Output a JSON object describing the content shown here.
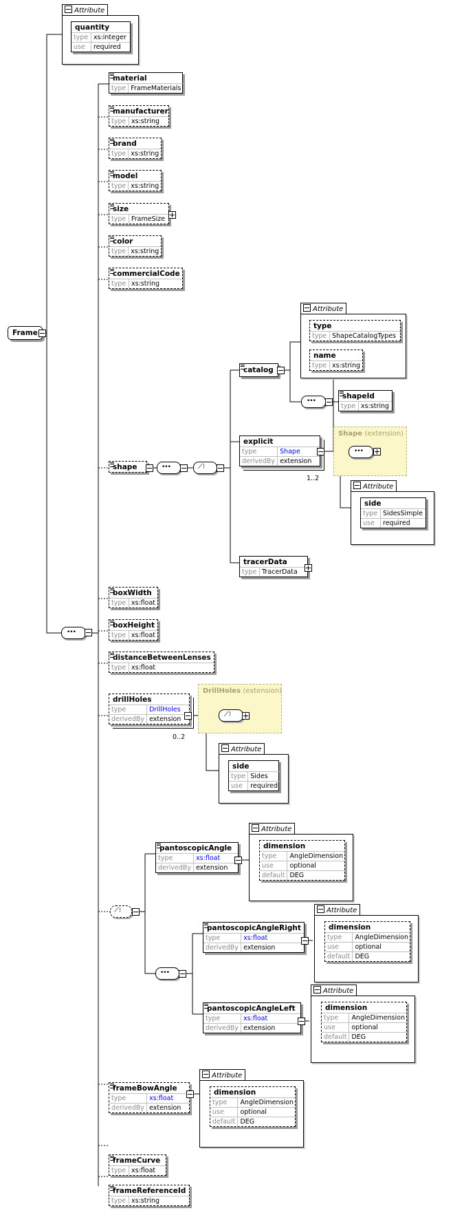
{
  "root": {
    "name": "Frame"
  },
  "attr_label": "Attribute",
  "prop_keys": {
    "type": "type",
    "use": "use",
    "derivedBy": "derivedBy",
    "default": "default"
  },
  "frame_attr": {
    "name": "quantity",
    "type": "xs:integer",
    "use": "required"
  },
  "elements": {
    "material": {
      "name": "material",
      "type": "FrameMaterials"
    },
    "manufacturer": {
      "name": "manufacturer",
      "type": "xs:string"
    },
    "brand": {
      "name": "brand",
      "type": "xs:string"
    },
    "model": {
      "name": "model",
      "type": "xs:string"
    },
    "size": {
      "name": "size",
      "type": "FrameSize"
    },
    "color": {
      "name": "color",
      "type": "xs:string"
    },
    "commercialCode": {
      "name": "commercialCode",
      "type": "xs:string"
    },
    "shape": {
      "name": "shape"
    },
    "boxWidth": {
      "name": "boxWidth",
      "type": "xs:float"
    },
    "boxHeight": {
      "name": "boxHeight",
      "type": "xs:float"
    },
    "distanceBetweenLenses": {
      "name": "distanceBetweenLenses",
      "type": "xs:float"
    },
    "drillHoles": {
      "name": "drillHoles",
      "type": "DrillHoles",
      "derivedBy": "extension",
      "occurs": "0..2"
    },
    "frameBowAngle": {
      "name": "frameBowAngle",
      "type": "xs:float",
      "derivedBy": "extension"
    },
    "frameCurve": {
      "name": "frameCurve",
      "type": "xs:float"
    },
    "frameReferenceId": {
      "name": "frameReferenceId",
      "type": "xs:string"
    }
  },
  "shape_children": {
    "catalog": {
      "name": "catalog",
      "attrs": [
        {
          "name": "type",
          "type": "ShapeCatalogTypes"
        },
        {
          "name": "name",
          "type": "xs:string"
        }
      ],
      "shapeId": {
        "name": "shapeId",
        "type": "xs:string"
      }
    },
    "explicit": {
      "name": "explicit",
      "type": "Shape",
      "derivedBy": "extension",
      "occurs": "1..2",
      "ext_title": "Shape",
      "ext_suffix": "(extension)",
      "attr": {
        "name": "side",
        "type": "SidesSimple",
        "use": "required"
      }
    },
    "tracerData": {
      "name": "tracerData",
      "type": "TracerData"
    }
  },
  "drill_ext": {
    "title": "DrillHoles",
    "suffix": "(extension)",
    "attr": {
      "name": "side",
      "type": "Sides",
      "use": "required"
    }
  },
  "pantoscopic": {
    "angle": {
      "name": "pantoscopicAngle",
      "type": "xs:float",
      "derivedBy": "extension"
    },
    "right": {
      "name": "pantoscopicAngleRight",
      "type": "xs:float",
      "derivedBy": "extension"
    },
    "left": {
      "name": "pantoscopicAngleLeft",
      "type": "xs:float",
      "derivedBy": "extension"
    },
    "dim_attr": {
      "name": "dimension",
      "type": "AngleDimension",
      "use": "optional",
      "default": "DEG"
    }
  }
}
